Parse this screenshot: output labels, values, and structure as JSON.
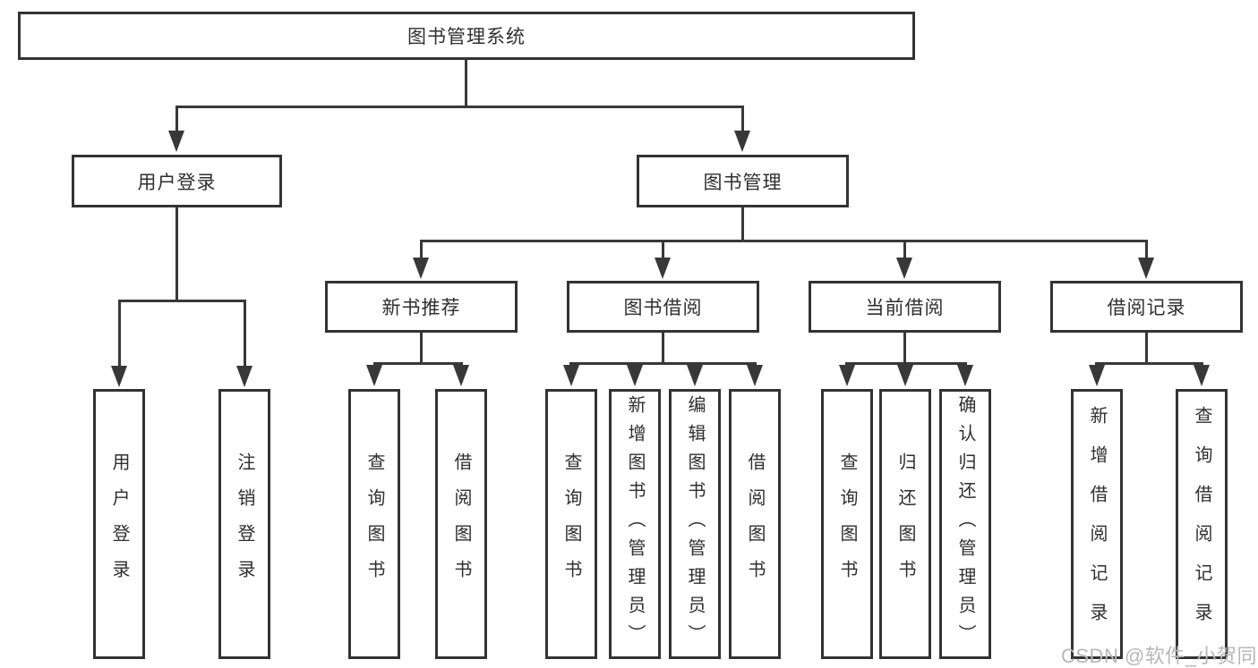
{
  "diagram": {
    "root": {
      "label": "图书管理系统",
      "children": [
        {
          "label": "用户登录",
          "children": [
            {
              "label": "用户登录"
            },
            {
              "label": "注销登录"
            }
          ]
        },
        {
          "label": "图书管理",
          "children": [
            {
              "label": "新书推荐",
              "children": [
                {
                  "label": "查询图书"
                },
                {
                  "label": "借阅图书"
                }
              ]
            },
            {
              "label": "图书借阅",
              "children": [
                {
                  "label": "查询图书"
                },
                {
                  "label": "新增图书（管理员）"
                },
                {
                  "label": "编辑图书（管理员）"
                },
                {
                  "label": "借阅图书"
                }
              ]
            },
            {
              "label": "当前借阅",
              "children": [
                {
                  "label": "查询图书"
                },
                {
                  "label": "归还图书"
                },
                {
                  "label": "确认归还（管理员）"
                }
              ]
            },
            {
              "label": "借阅记录",
              "children": [
                {
                  "label": "新增借阅记录"
                },
                {
                  "label": "查询借阅记录"
                }
              ]
            }
          ]
        }
      ]
    }
  },
  "watermark": {
    "text": "CSDN @软件_小贺同学"
  },
  "colors": {
    "line": "#383838",
    "box_border": "#333333",
    "text": "#2f2f2f",
    "watermark": "#b7b7b7",
    "background": "#ffffff"
  }
}
